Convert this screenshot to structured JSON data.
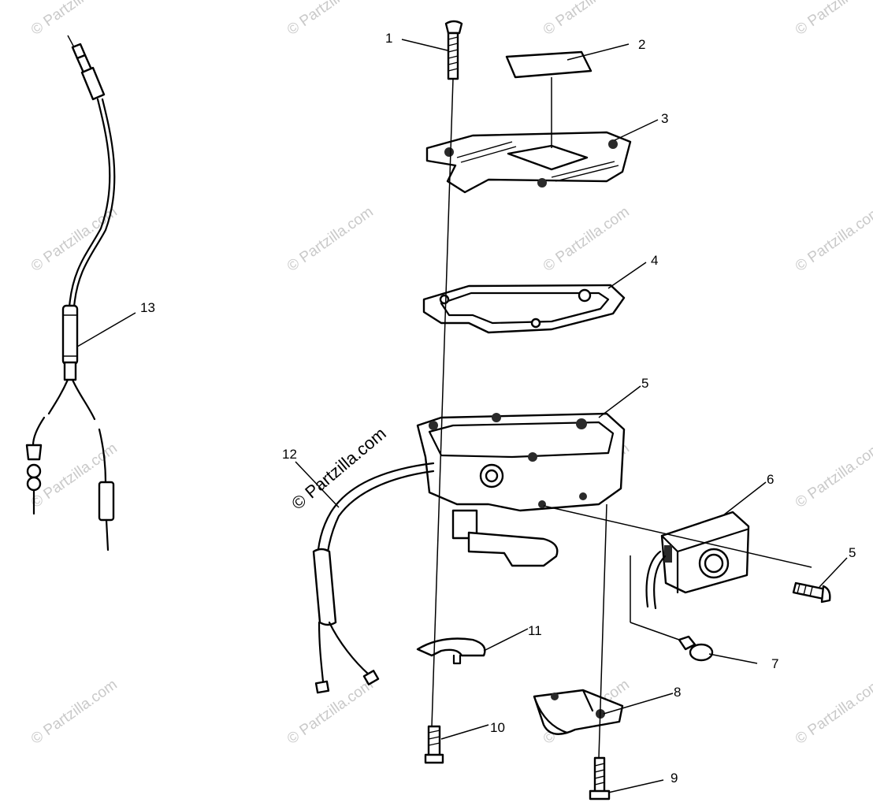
{
  "watermark": "© Partzilla.com",
  "callouts": [
    {
      "id": "c1",
      "label": "1"
    },
    {
      "id": "c2",
      "label": "2"
    },
    {
      "id": "c3",
      "label": "3"
    },
    {
      "id": "c4",
      "label": "4"
    },
    {
      "id": "c5a",
      "label": "5"
    },
    {
      "id": "c5b",
      "label": "5"
    },
    {
      "id": "c6",
      "label": "6"
    },
    {
      "id": "c7",
      "label": "7"
    },
    {
      "id": "c8",
      "label": "8"
    },
    {
      "id": "c9",
      "label": "9"
    },
    {
      "id": "c10",
      "label": "10"
    },
    {
      "id": "c11",
      "label": "11"
    },
    {
      "id": "c12",
      "label": "12"
    },
    {
      "id": "c13",
      "label": "13"
    }
  ]
}
